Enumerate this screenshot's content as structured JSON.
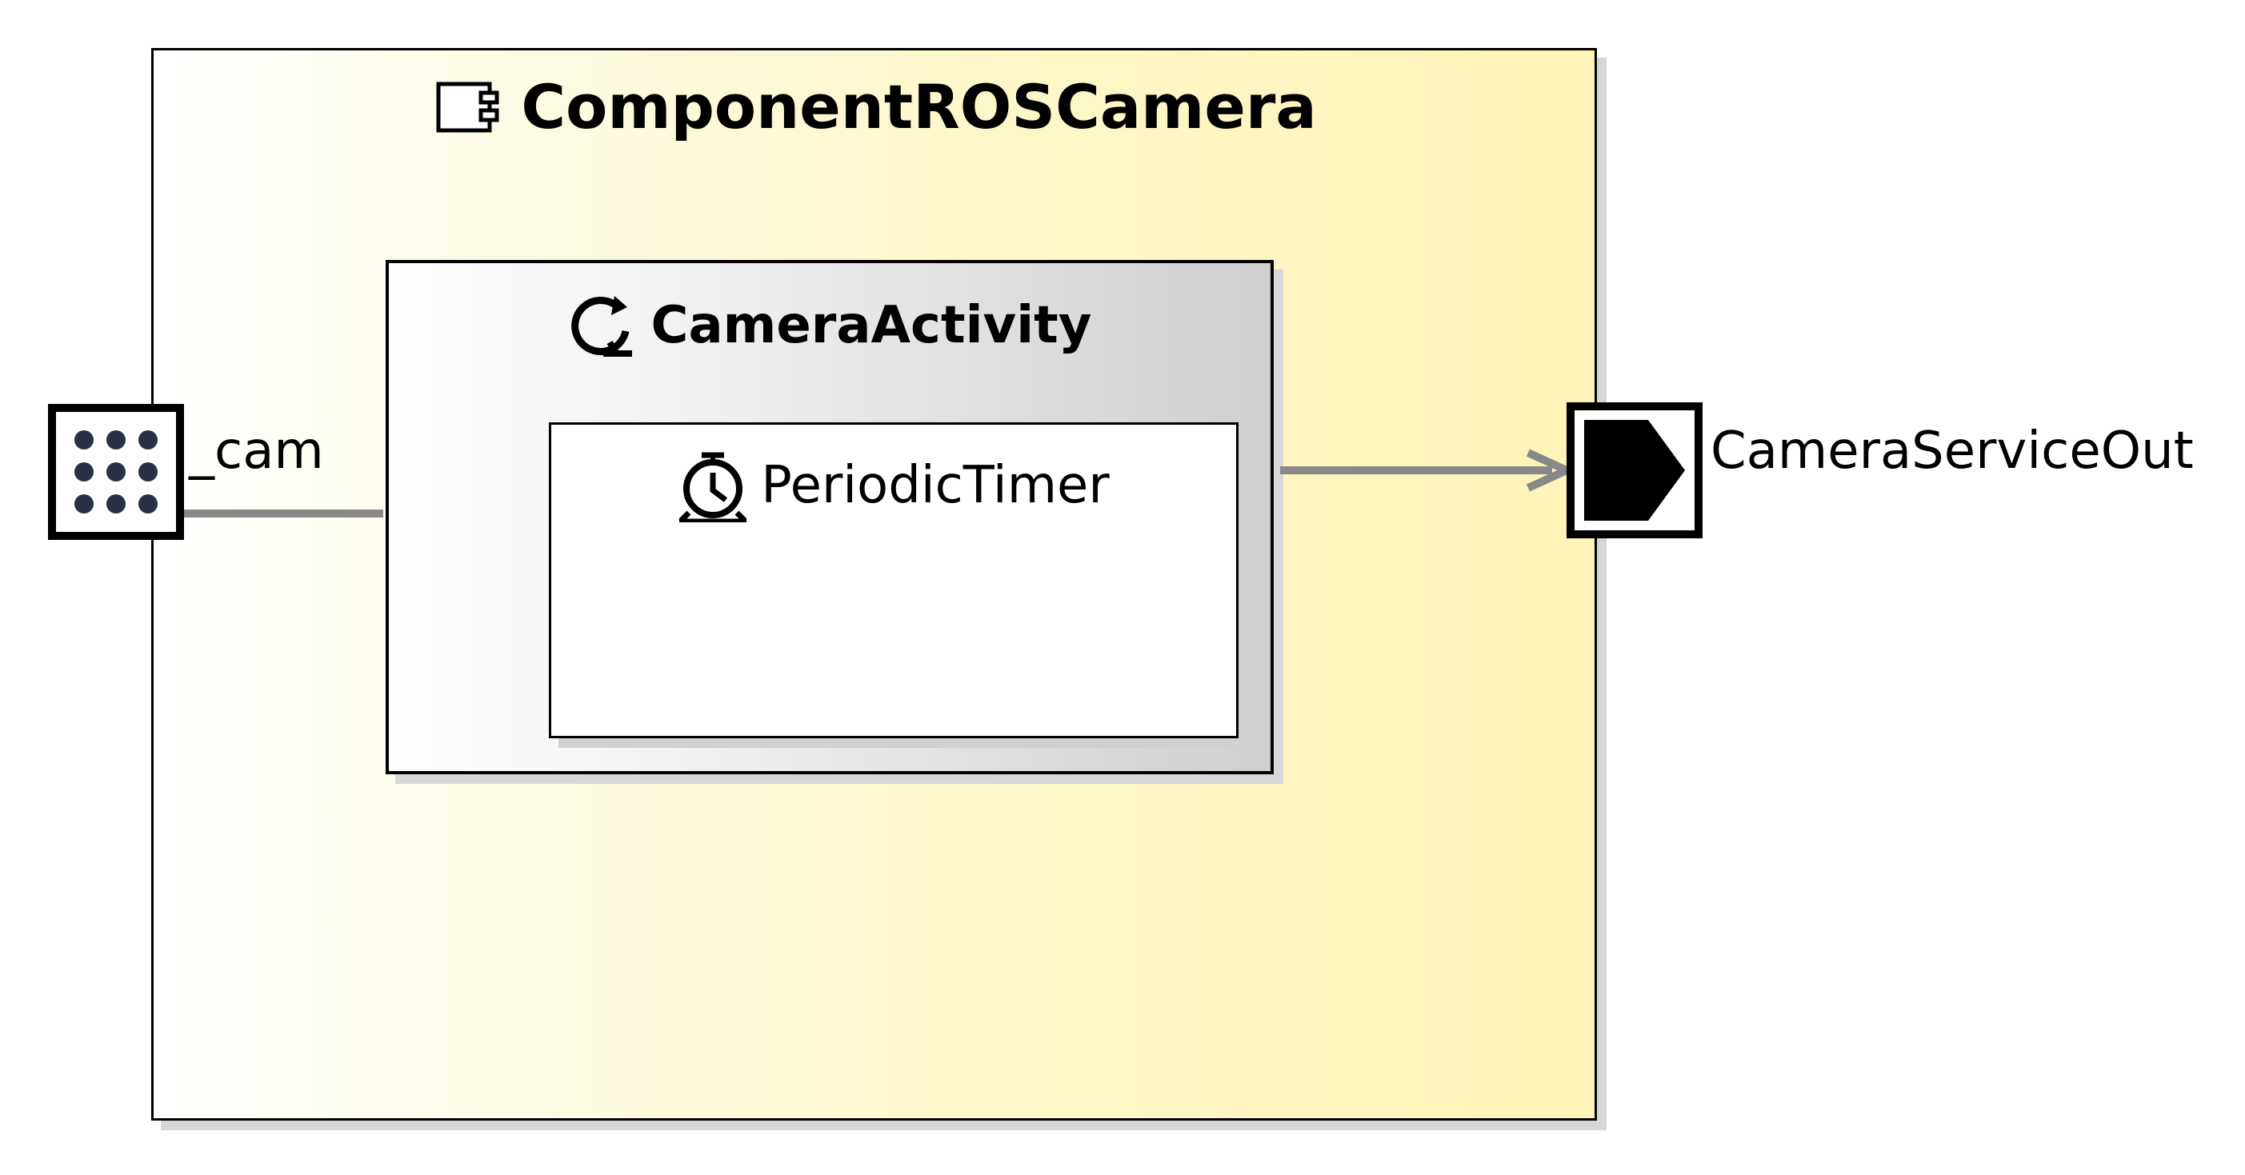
{
  "component": {
    "name": "ComponentROSCamera",
    "icon": "component-icon"
  },
  "activity": {
    "name": "CameraActivity",
    "icon": "refresh-cycle-icon"
  },
  "timer": {
    "name": "PeriodicTimer",
    "icon": "alarm-clock-icon"
  },
  "ports": {
    "input": {
      "label": "_cam",
      "icon": "grid-dots-port-icon"
    },
    "output": {
      "label": "CameraServiceOut",
      "icon": "arrow-out-port-icon"
    }
  },
  "colors": {
    "component_gradient_start": "#ffffff",
    "component_gradient_end": "#fef4b8",
    "activity_gradient_start": "#ffffff",
    "activity_gradient_end": "#cfcfcf",
    "wire": "#888888",
    "dot": "#2a2f45"
  }
}
